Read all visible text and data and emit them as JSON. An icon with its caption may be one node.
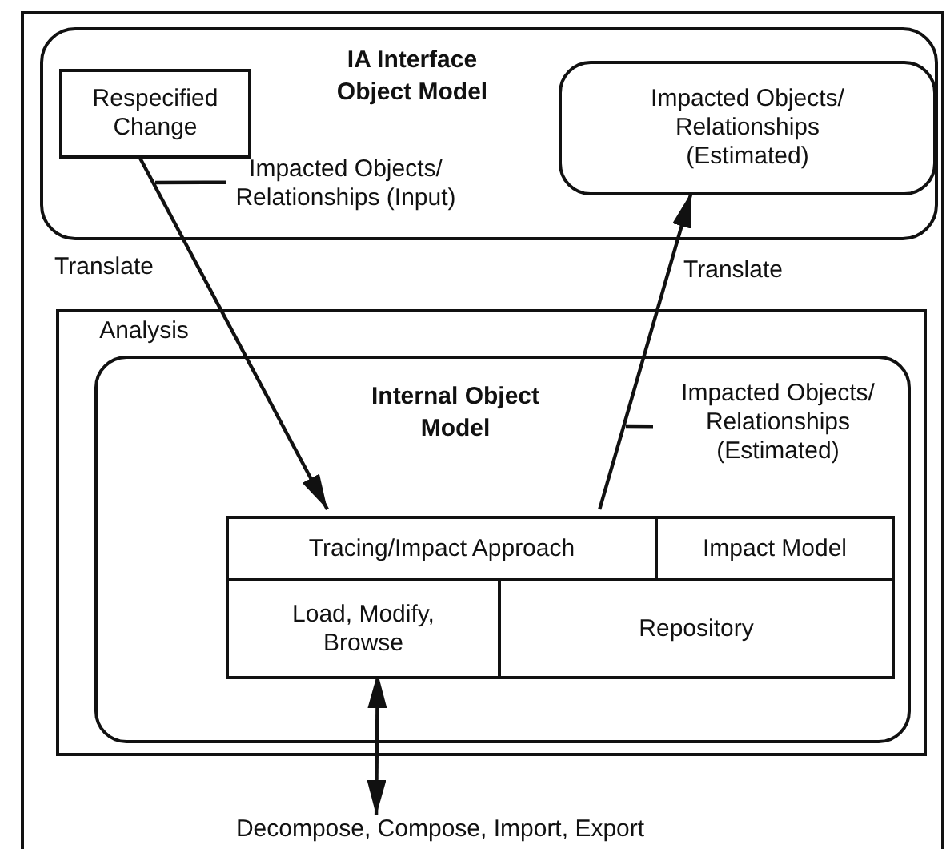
{
  "diagram": {
    "nodes": [
      {
        "text": [
          "IA Interface Object Model"
        ]
      },
      {
        "text": [
          "Respecified Change"
        ],
        "in": 0
      },
      {
        "text": [
          "Impacted Objects/ Relationships (Input)"
        ],
        "in": 0
      },
      {
        "text": [
          "Impacted Objects/ Relationships (Estimated)"
        ],
        "in": 0
      },
      {
        "text": [
          "Analysis"
        ]
      },
      {
        "text": [
          "Internal Object Model"
        ],
        "in": 4
      },
      {
        "text": [
          "Impacted Objects/ Relationships (Estimated)"
        ],
        "in": 5
      },
      {
        "text": [
          "Tracing/Impact Approach"
        ],
        "in": 5
      },
      {
        "text": [
          "Impact Model"
        ],
        "in": 5
      },
      {
        "text": [
          "Load, Modify, Browse"
        ],
        "in": 5
      },
      {
        "text": [
          "Repository"
        ],
        "in": 5
      },
      {
        "text": [
          "Decompose, Compose, Import, Export"
        ]
      }
    ],
    "edges": [
      {
        "from": 1,
        "to": 7,
        "arrow": "to",
        "label": "Translate"
      },
      {
        "from": 7,
        "to": 3,
        "arrow": "to",
        "label": "Translate"
      },
      {
        "from": 9,
        "to": 11,
        "arrow": "both"
      },
      {
        "from": 2,
        "to": null,
        "arrow": "none"
      },
      {
        "from": 6,
        "to": null,
        "arrow": "none"
      }
    ]
  }
}
